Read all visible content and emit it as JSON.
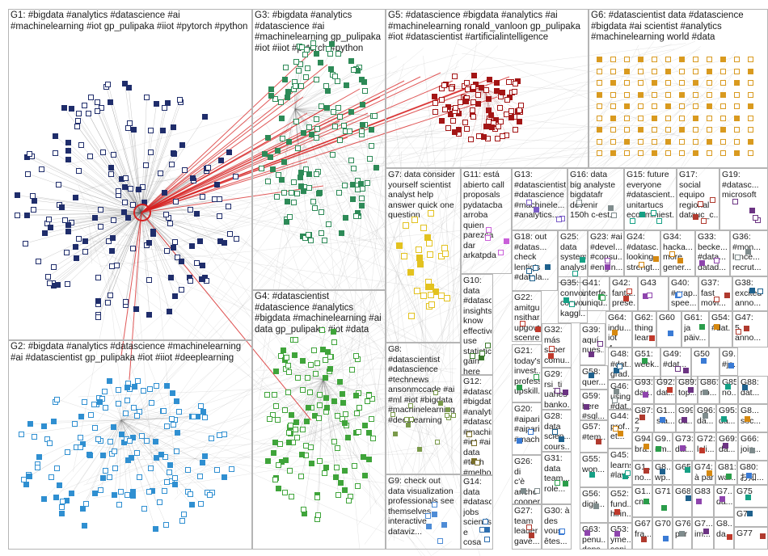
{
  "graph": {
    "colors": {
      "G1": "#1f2d6b",
      "G2": "#2f8fd1",
      "G3": "#2d8a57",
      "G4": "#3fa43a",
      "G5": "#a31515",
      "G6": "#d99a1f",
      "G7": "#e3c21f",
      "G9": "#4e8cd6",
      "G11": "#c95fd9",
      "edge_highlight": "#d62020"
    },
    "groups": [
      {
        "id": "G1",
        "label": "G1: #bigdata #analytics #datascience #ai\n#machinelearning #iot gp_pulipaka #iiot #pytorch #python"
      },
      {
        "id": "G2",
        "label": "G2: #bigdata #analytics #datascience #machinelearning\n#ai #datascientist gp_pulipaka #iot #iiot #deeplearning"
      },
      {
        "id": "G3",
        "label": "G3: #bigdata #analytics\n#datascience #ai\n#machinelearning gp_pulipaka\n#iot #iiot #pytorch #python"
      },
      {
        "id": "G4",
        "label": "G4: #datascientist\n#datascience #analytics\n#bigdata #machinelearning #ai\ndata gp_pulipaka #iot #data"
      },
      {
        "id": "G5",
        "label": "G5: #datascience #bigdata #analytics #ai\n#machinelearning ronald_vanloon gp_pulipaka\n#iot #datascientist #artificialintelligence"
      },
      {
        "id": "G6",
        "label": "G6: #datascientist data #datascience\n#bigdata #ai scientist #analytics\n#machinelearning world #data"
      },
      {
        "id": "G7",
        "label": "G7: data consider\nyourself scientist\nanalyst help\nanswer quick one\nquestion"
      },
      {
        "id": "G8",
        "label": "G8:\n#datascientist\n#datascience\n#technews\nansonmccade #ai\n#ml #iot #bigdata\n#machinelearning\n#deeplearning"
      },
      {
        "id": "G9",
        "label": "G9: check out\ndata visualization\nprofessionals see\nthemselves\ninteractive\ndataviz..."
      },
      {
        "id": "G10",
        "label": "G10: data\n#datascie...\ninsights\nknow\neffectively\nuse\nstatistics\ngain here\nfive"
      },
      {
        "id": "G11",
        "label": "G11: está\nabierto call\nproposals\npydatacba\narroba\nquien\nparezca\ndar\narkatpda"
      },
      {
        "id": "G12",
        "label": "G12:\n#datascie...\n#bigdata\n#analytics\n#datascie...\n#machine...\n#iot #ai\ndata #tech\n#melhore..."
      },
      {
        "id": "G13",
        "label": "G13:\n#datascientist\n#datascience\n#machinele...\n#analytics..."
      },
      {
        "id": "G14",
        "label": "G14: data\n#datascie...\njobs\nscientist e\ncosa\n#bigdata..."
      },
      {
        "id": "G15",
        "label": "G15: future\neveryone\n#datascient...\nunitartucs\neconminiest..."
      },
      {
        "id": "G16",
        "label": "G16: data\nbig analyste\nbigdatafr\ndevenir\n150h c-est..."
      },
      {
        "id": "G17",
        "label": "G17:\nsocial\nequipo\nregional\ndatauc_c..."
      },
      {
        "id": "G18",
        "label": "G18: out\n#datas...\ncheck\nlentiq's\n#datala..."
      },
      {
        "id": "G19",
        "label": "G19:\n#datasc...\nmicrosoft"
      },
      {
        "id": "G20",
        "label": "G20:\n#aiparis\n#aipari...\n#machi..."
      },
      {
        "id": "G21",
        "label": "G21:\ntoday's\ninvest...\nprofess...\nupskill..."
      },
      {
        "id": "G22",
        "label": "G22:\namitgu...\nnsithar...\nupgovt\nscenrer..."
      },
      {
        "id": "G23",
        "label": "G23: #ai\n#devel...\n#consu...\n#engin..."
      },
      {
        "id": "G24",
        "label": "G24:\n#datasc...\nlooking\nstrengt..."
      },
      {
        "id": "G25",
        "label": "G25:\ndata\nsystems\nanalyst..."
      },
      {
        "id": "G26",
        "label": "G26: di\nc'è\nanche\ncooper..."
      },
      {
        "id": "G27",
        "label": "G27:\nteam\nleader\ngavé..."
      },
      {
        "id": "G28",
        "label": "G28:\ndata\nscien...\ncours..."
      },
      {
        "id": "G29",
        "label": "G29:\nrsi_ti\nuahes\nbanko..."
      },
      {
        "id": "G30",
        "label": "G30: à\ndes\nvous\nêtes..."
      },
      {
        "id": "G31",
        "label": "G31:\ndata\nteam...\nrole..."
      },
      {
        "id": "G32",
        "label": "G32:\nmás\nsaber\ncomu..."
      },
      {
        "id": "G33",
        "label": "G33:\nbecke...\n#data...\ndatad..."
      },
      {
        "id": "G34",
        "label": "G34:\nhacka...\nmore\ngener..."
      },
      {
        "id": "G35",
        "label": "G35:\nconvo...\nconvo...\nkaggl..."
      },
      {
        "id": "G36",
        "label": "G36:\n#mon...\nlance...\nrecrut..."
      },
      {
        "id": "G37",
        "label": "G37:\nfast\nmovi..."
      },
      {
        "id": "G38",
        "label": "G38:\nexcited\nanno..."
      },
      {
        "id": "G39",
        "label": "G39:\naquí\nnues..."
      },
      {
        "id": "G40",
        "label": "G40:\n#grap...\nspee..."
      },
      {
        "id": "G41",
        "label": "G41:\ninterfe...\nuniqu..."
      },
      {
        "id": "G42",
        "label": "G42:\nfanta...\nprese..."
      },
      {
        "id": "G43",
        "label": "G43"
      },
      {
        "id": "G44",
        "label": "G44:\nprof...\net..."
      },
      {
        "id": "G45",
        "label": "G45:\nlearns\n#law..."
      },
      {
        "id": "G46",
        "label": "G46:\nusing\n#dat..."
      },
      {
        "id": "G47",
        "label": "G47:\n5\nanno..."
      },
      {
        "id": "G48",
        "label": "G48:\n#dat...\ngrad..."
      },
      {
        "id": "G49",
        "label": "G49:\n#dat..."
      },
      {
        "id": "G50",
        "label": "G50"
      },
      {
        "id": "G51",
        "label": "G51:\nweek..."
      },
      {
        "id": "G52",
        "label": "G52:\nfund...\nhirin..."
      },
      {
        "id": "G53",
        "label": "G53:\nyme...\nsoni..."
      },
      {
        "id": "G54",
        "label": "G54:\n#dat..."
      },
      {
        "id": "G55",
        "label": "G55:\nwon..."
      },
      {
        "id": "G56",
        "label": "G56:\ndigit..."
      },
      {
        "id": "G57",
        "label": "G57:\n#tem..."
      },
      {
        "id": "G58",
        "label": "G58:\nquer..."
      },
      {
        "id": "G59",
        "label": "G59:\nhere\n#sql..."
      },
      {
        "id": "G60",
        "label": "G60"
      },
      {
        "id": "G61",
        "label": "G61:\nja\npäiv..."
      },
      {
        "id": "G62",
        "label": "G62:\nthing\nlear..."
      },
      {
        "id": "G63",
        "label": "G63:\npenu...\ndans"
      },
      {
        "id": "G64",
        "label": "G64:\nindu...\niot 4..."
      },
      {
        "id": "G65",
        "label": "G65"
      },
      {
        "id": "G66",
        "label": "G66:\njoin..."
      },
      {
        "id": "G67",
        "label": "G67:\nfra..."
      },
      {
        "id": "G68",
        "label": "G68"
      },
      {
        "id": "G69",
        "label": "G69:\nda..."
      },
      {
        "id": "G70",
        "label": "G70"
      },
      {
        "id": "G71",
        "label": "G71"
      },
      {
        "id": "G72",
        "label": "G72:\nlali..."
      },
      {
        "id": "G73",
        "label": "G73:\ndat..."
      },
      {
        "id": "G74",
        "label": "G74:\nà par"
      },
      {
        "id": "G75",
        "label": "G75"
      },
      {
        "id": "G76",
        "label": "G76:\nper"
      },
      {
        "id": "G77",
        "label": "G77"
      },
      {
        "id": "G78",
        "label": "G78"
      },
      {
        "id": "G79",
        "label": "G7...\nim..."
      },
      {
        "id": "G80",
        "label": "G80:\nお知..."
      },
      {
        "id": "G81",
        "label": "G81:\nwa..."
      },
      {
        "id": "G82",
        "label": "G8...\nda..."
      },
      {
        "id": "G83",
        "label": "G83"
      },
      {
        "id": "G84",
        "label": "G8...\nsoc..."
      },
      {
        "id": "G85",
        "label": "G85:\nno..."
      },
      {
        "id": "G86",
        "label": "G86:\nno..."
      },
      {
        "id": "G87",
        "label": "G87:\n2 7..."
      },
      {
        "id": "G88",
        "label": "G88:\ndat..."
      },
      {
        "id": "G89",
        "label": "G89:\ntop..."
      },
      {
        "id": "G90",
        "label": "G9...\n#jo..."
      },
      {
        "id": "G91",
        "label": "G1...\ncnn..."
      },
      {
        "id": "G92",
        "label": "G92:\ndat..."
      },
      {
        "id": "G93",
        "label": "G93:\nday..."
      },
      {
        "id": "G94",
        "label": "G94:\nbra..."
      },
      {
        "id": "G95",
        "label": "G95:\nda..."
      },
      {
        "id": "G96",
        "label": "G96:\nda..."
      },
      {
        "id": "G97",
        "label": "G1...\nno..."
      },
      {
        "id": "G98",
        "label": "G8...\nwp..."
      },
      {
        "id": "G99",
        "label": "G99:\nda..."
      },
      {
        "id": "G100",
        "label": "G1...\nsta..."
      },
      {
        "id": "G101",
        "label": "G9...\n#m..."
      },
      {
        "id": "G102",
        "label": "G1...\nda..."
      },
      {
        "id": "G103",
        "label": "G7...\nda..."
      }
    ]
  }
}
